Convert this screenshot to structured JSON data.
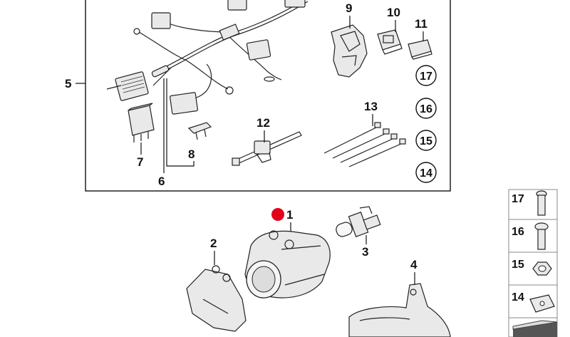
{
  "diagram": {
    "labels": {
      "p1": "1",
      "p2": "2",
      "p3": "3",
      "p4": "4",
      "p5": "5",
      "p6": "6",
      "p7": "7",
      "p8": "8",
      "p9": "9",
      "p10": "10",
      "p11": "11",
      "p12": "12",
      "p13": "13",
      "p14": "14",
      "p15": "15",
      "p16": "16",
      "p17": "17"
    },
    "side_panel": {
      "items": [
        "17",
        "16",
        "15",
        "14"
      ]
    },
    "colors": {
      "stroke": "#222222",
      "highlight_marker": "#e2001a",
      "panel_fill": "#e5e5e5"
    }
  }
}
